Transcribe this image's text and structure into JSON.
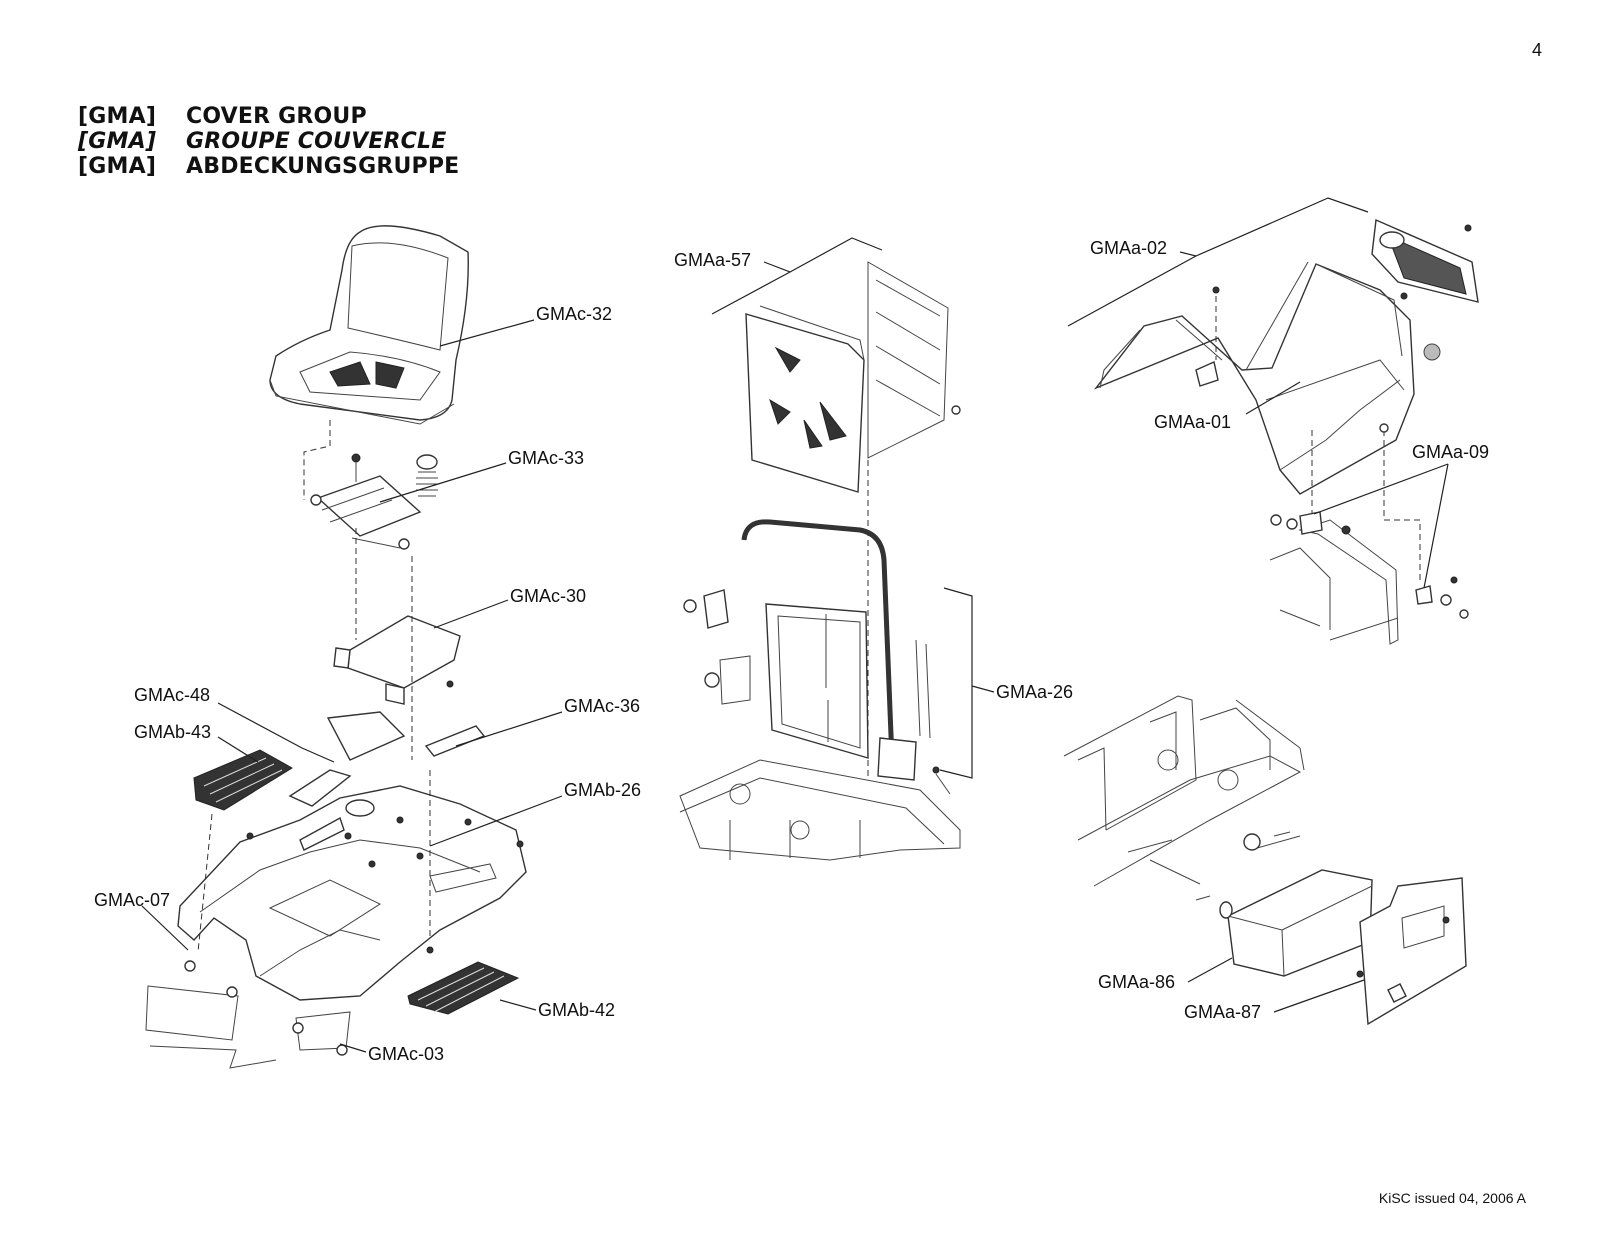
{
  "page_number": "4",
  "titles": [
    {
      "code": "[GMA]",
      "text": "COVER GROUP",
      "italic": false
    },
    {
      "code": "[GMA]",
      "text": "GROUPE COUVERCLE",
      "italic": true
    },
    {
      "code": "[GMA]",
      "text": "ABDECKUNGSGRUPPE",
      "italic": false
    }
  ],
  "callouts": {
    "gmac32": "GMAc-32",
    "gmac33": "GMAc-33",
    "gmac30": "GMAc-30",
    "gmac48": "GMAc-48",
    "gmab43": "GMAb-43",
    "gmac36": "GMAc-36",
    "gmab26": "GMAb-26",
    "gmac07": "GMAc-07",
    "gmab42": "GMAb-42",
    "gmac03": "GMAc-03",
    "gmaa57": "GMAa-57",
    "gmaa26": "GMAa-26",
    "gmaa02": "GMAa-02",
    "gmaa01": "GMAa-01",
    "gmaa09": "GMAa-09",
    "gmaa86": "GMAa-86",
    "gmaa87": "GMAa-87"
  },
  "footer": "KiSC issued 04, 2006 A"
}
